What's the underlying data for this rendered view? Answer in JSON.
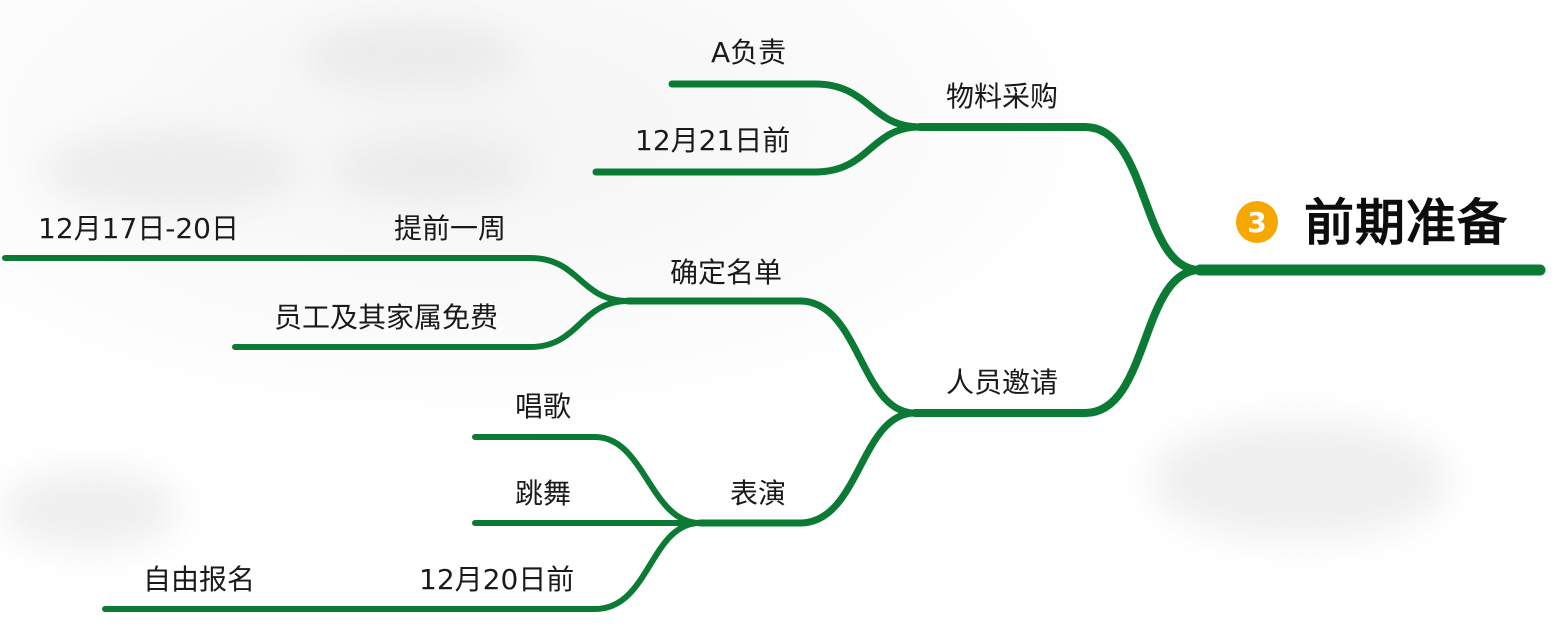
{
  "title": {
    "badge": "3",
    "text": "前期准备"
  },
  "colors": {
    "branch": "#0b7a35",
    "badge": "#f6a800",
    "text": "#1a1a1a"
  },
  "nodes": {
    "wuliao": "物料采购",
    "a_fuze": "A负责",
    "date_1221": "12月21日前",
    "renyuan": "人员邀请",
    "queding": "确定名单",
    "tiqian": "提前一周",
    "date_1217": "12月17日-20日",
    "yuangong": "员工及其家属免费",
    "biaoyan": "表演",
    "changge": "唱歌",
    "tiaowu": "跳舞",
    "date_1220": "12月20日前",
    "ziyou": "自由报名"
  }
}
